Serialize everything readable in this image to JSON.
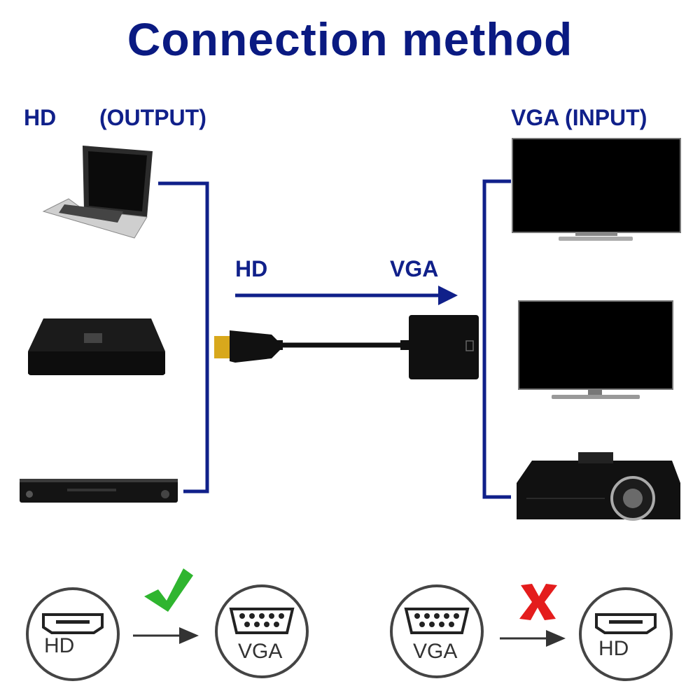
{
  "title": "Connection method",
  "output_labels": {
    "left": "HD",
    "right": "(OUTPUT)"
  },
  "input_label": "VGA (INPUT)",
  "cable_labels": {
    "from": "HD",
    "to": "VGA"
  },
  "bottom": {
    "correct": {
      "from": "HD",
      "to": "VGA",
      "status": "check"
    },
    "wrong": {
      "from": "VGA",
      "to": "HD",
      "status": "cross"
    }
  },
  "colors": {
    "accent": "#10208a",
    "ok": "#2fb52f",
    "bad": "#e41c1c"
  }
}
